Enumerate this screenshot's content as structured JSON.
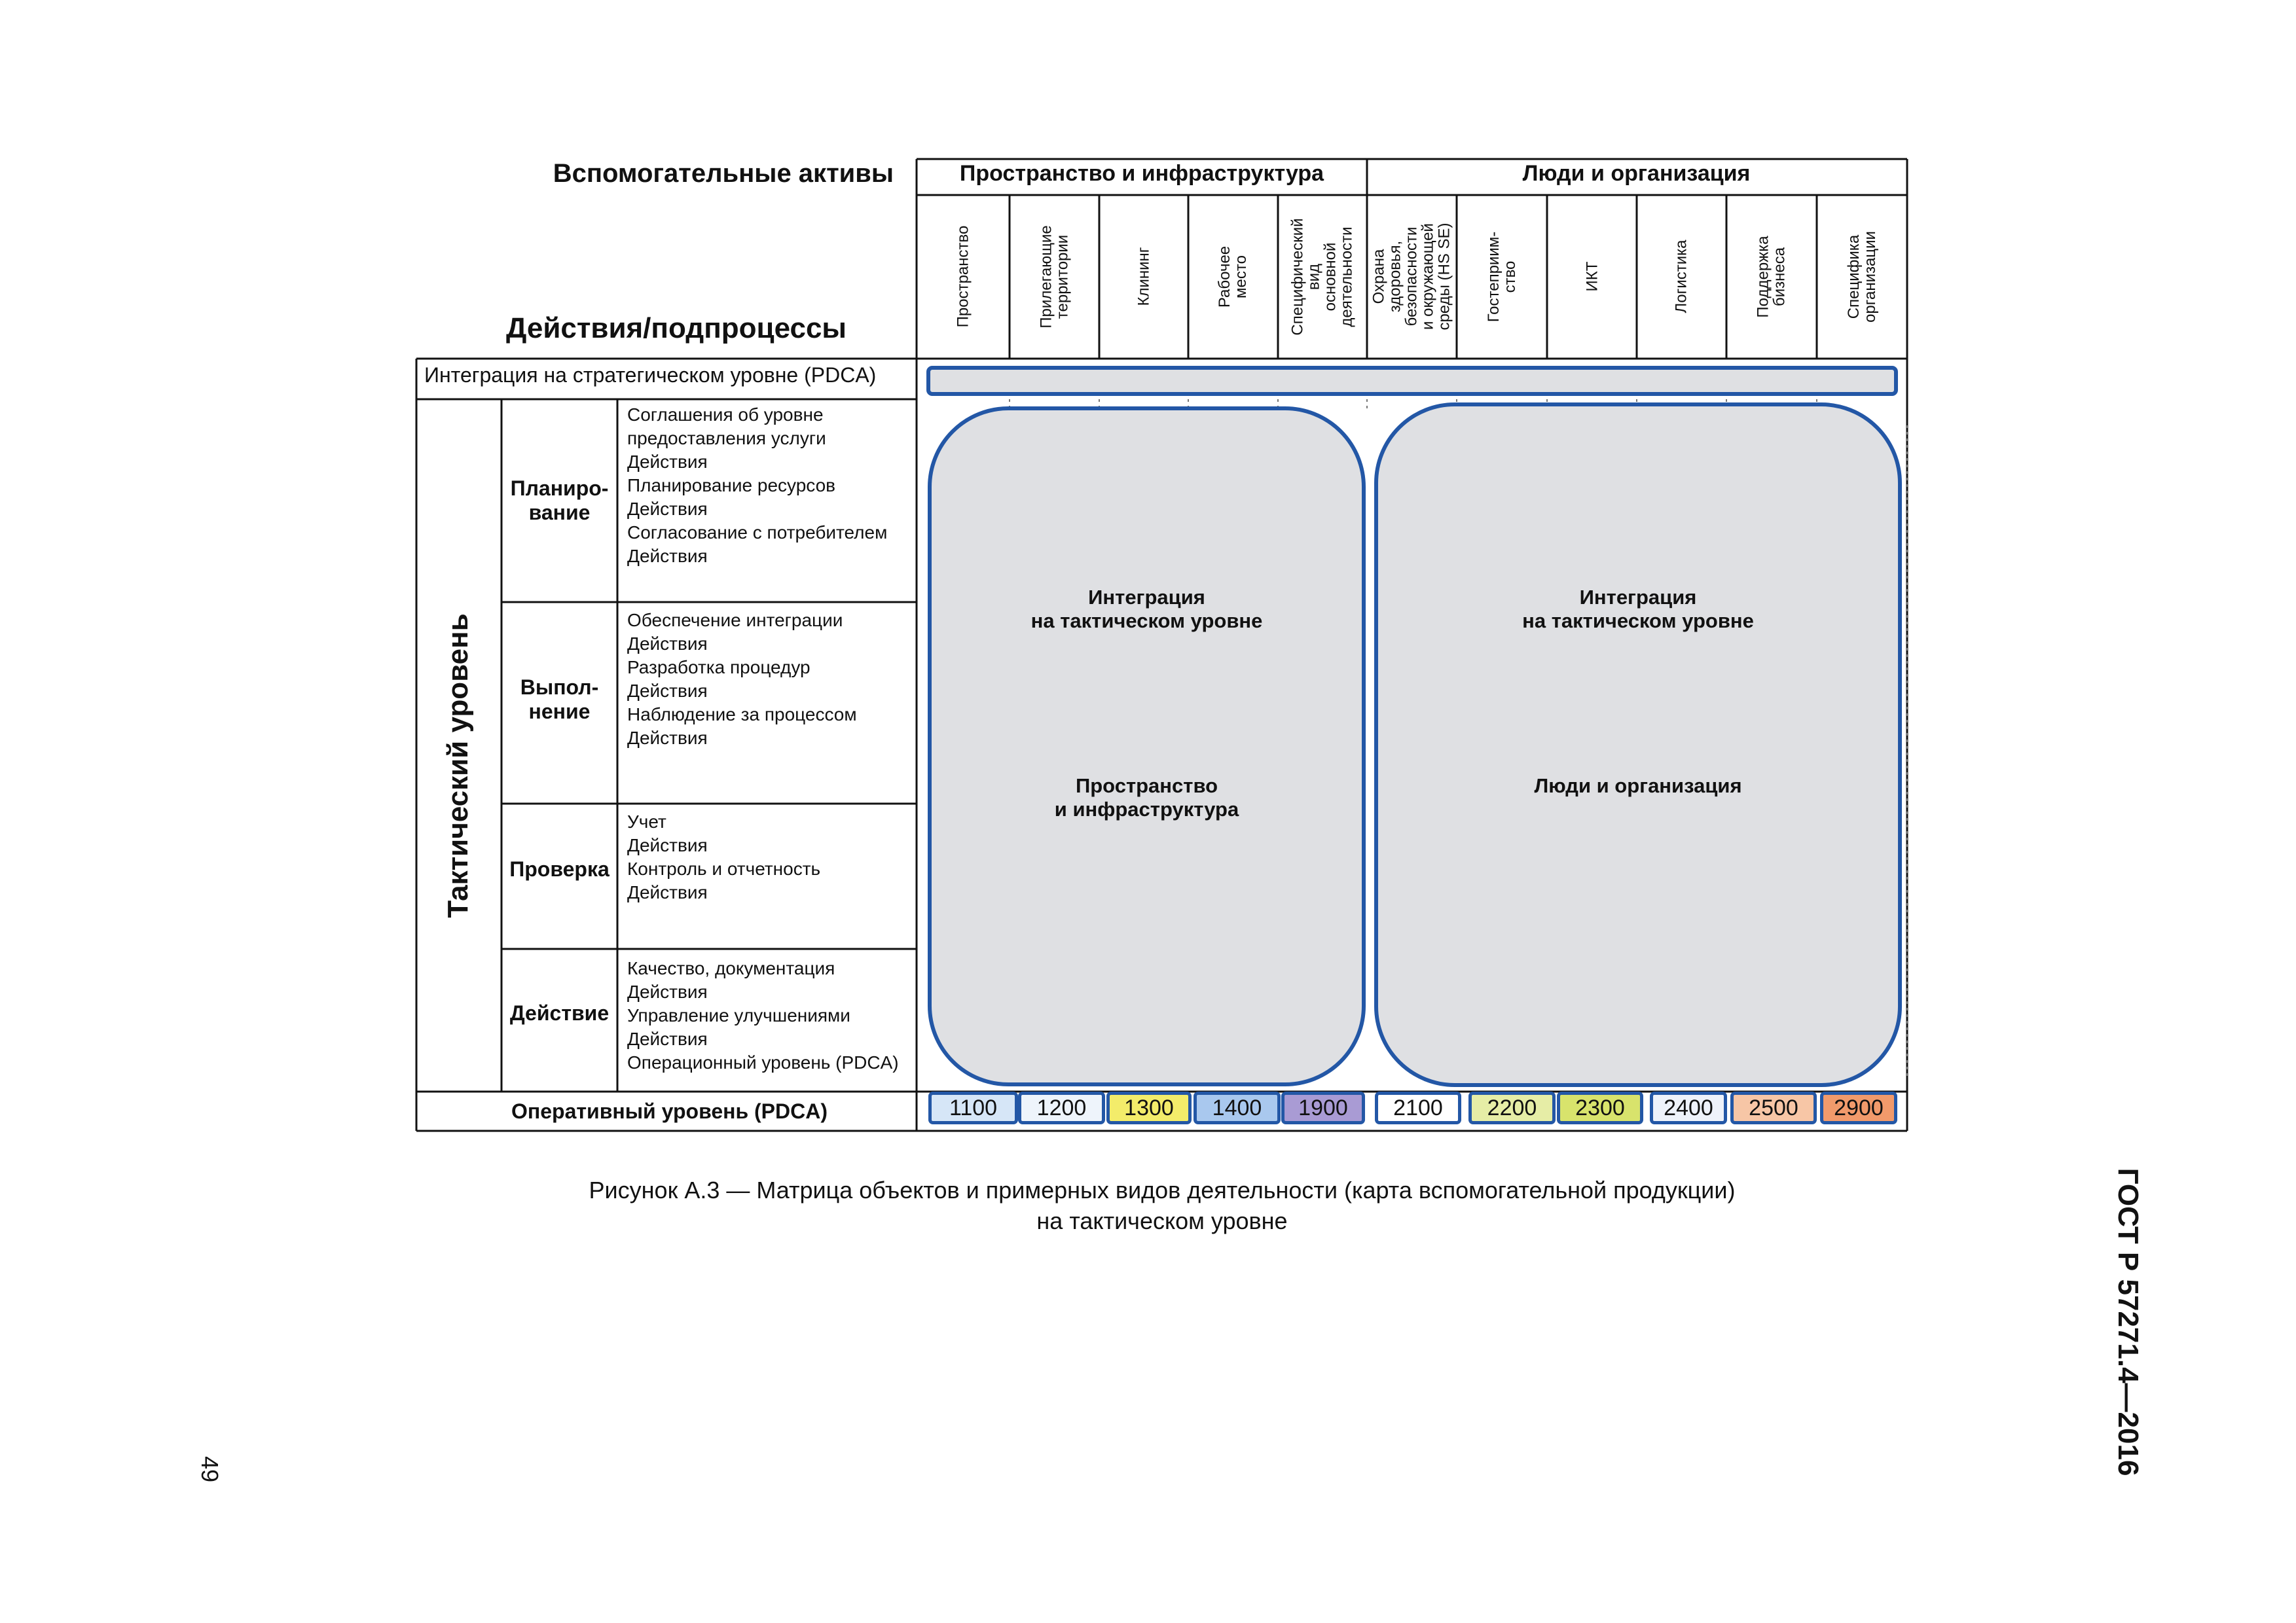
{
  "header": {
    "assets_title": "Вспомогательные активы",
    "actions_title": "Действия/подпроцессы",
    "groups": [
      {
        "label": "Пространство и инфраструктура"
      },
      {
        "label": "Люди и организация"
      }
    ],
    "columns": [
      {
        "label": "Пространство"
      },
      {
        "label": "Прилегающие\nтерритории"
      },
      {
        "label": "Клининг"
      },
      {
        "label": "Рабочее\nместо"
      },
      {
        "label": "Специфический\nвид\nосновной\nдеятельности"
      },
      {
        "label": "Охрана\nздоровья,\nбезопасности\nи окружающей\nсреды (HS SE)"
      },
      {
        "label": "Гостеприим-\nство"
      },
      {
        "label": "ИКТ"
      },
      {
        "label": "Логистика"
      },
      {
        "label": "Поддержка\nбизнеса"
      },
      {
        "label": "Специфика\nорганизации"
      }
    ]
  },
  "rows": {
    "strategic": "Интеграция на стратегическом уровне (PDCA)",
    "tactical_label": "Тактический уровень",
    "phases": [
      {
        "label": "Планиро-\nвание",
        "activities": "Соглашения об уровне\nпредоставления услуги\nДействия\nПланирование ресурсов\nДействия\nСогласование с потребителем\nДействия"
      },
      {
        "label": "Выпол-\nнение",
        "activities": "Обеспечение интеграции\nДействия\nРазработка процедур\nДействия\nНаблюдение за процессом\nДействия"
      },
      {
        "label": "Проверка",
        "activities": "Учет\nДействия\nКонтроль и отчетность\nДействия"
      },
      {
        "label": "Действие",
        "activities": "Качество, документация\nДействия\nУправление улучшениями\nДействия\nОперационный уровень (PDCA)"
      }
    ],
    "operational": "Оперативный уровень (PDCA)"
  },
  "integration": [
    {
      "title": "Интеграция\nна тактическом уровне",
      "subtitle": "Пространство\nи инфраструктура"
    },
    {
      "title": "Интеграция\nна тактическом уровне",
      "subtitle": "Люди и организация"
    }
  ],
  "codes": [
    {
      "label": "1100",
      "color": "#d6e6f7"
    },
    {
      "label": "1200",
      "color": "#eef4fb"
    },
    {
      "label": "1300",
      "color": "#f3ec6a"
    },
    {
      "label": "1400",
      "color": "#a9c8ee"
    },
    {
      "label": "1900",
      "color": "#a99bd4"
    },
    {
      "label": "2100",
      "color": "#ffffff"
    },
    {
      "label": "2200",
      "color": "#e6eda6"
    },
    {
      "label": "2300",
      "color": "#d8e36c"
    },
    {
      "label": "2400",
      "color": "#eef2fa"
    },
    {
      "label": "2500",
      "color": "#f7c6a6"
    },
    {
      "label": "2900",
      "color": "#f19a6b"
    }
  ],
  "caption": "Рисунок А.3 — Матрица объектов и примерных видов деятельности (карта вспомогательной продукции)\nна тактическом уровне",
  "page_number": "49",
  "document_id": "ГОСТ Р 57271.4—2016",
  "colors": {
    "frame_blue": "#2357a6",
    "box_fill": "#dfe0e3",
    "line": "#111111"
  }
}
